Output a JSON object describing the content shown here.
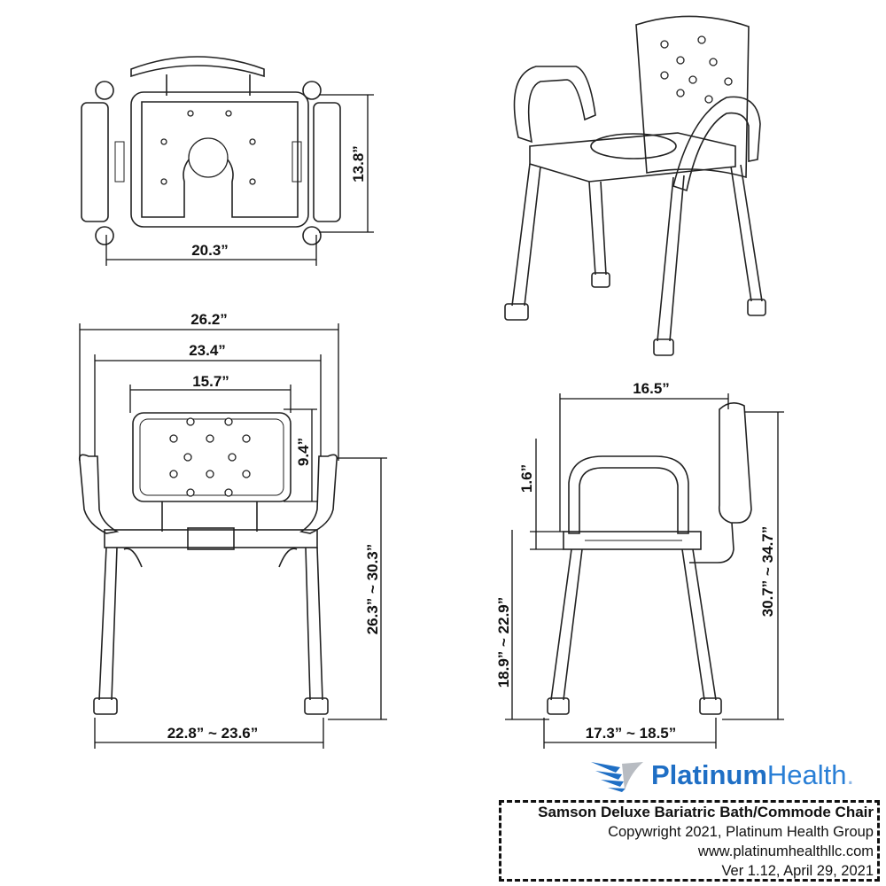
{
  "dimensions": {
    "top_width": "20.3”",
    "top_depth": "13.8”",
    "front_overall_width": "26.2”",
    "front_inner_width": "23.4”",
    "backrest_width": "15.7”",
    "backrest_height": "9.4”",
    "arm_height": "26.3” ~ 30.3”",
    "base_width": "22.8” ~ 23.6”",
    "side_depth": "16.5”",
    "seat_thickness": "1.6”",
    "seat_height": "18.9” ~ 22.9”",
    "overall_height": "30.7” ~ 34.7”",
    "side_base_depth": "17.3” ~ 18.5”"
  },
  "logo": {
    "brand_bold": "Platinum",
    "brand_light": "Health",
    "brand_dot": ".",
    "icon": "wing-icon",
    "color": "#1f6fc5"
  },
  "title_block": {
    "product": "Samson Deluxe Bariatric Bath/Commode Chair",
    "copyright": "Copywright 2021, Platinum Health Group",
    "website": "www.platinumhealthllc.com",
    "version": "Ver 1.12, April 29, 2021"
  }
}
